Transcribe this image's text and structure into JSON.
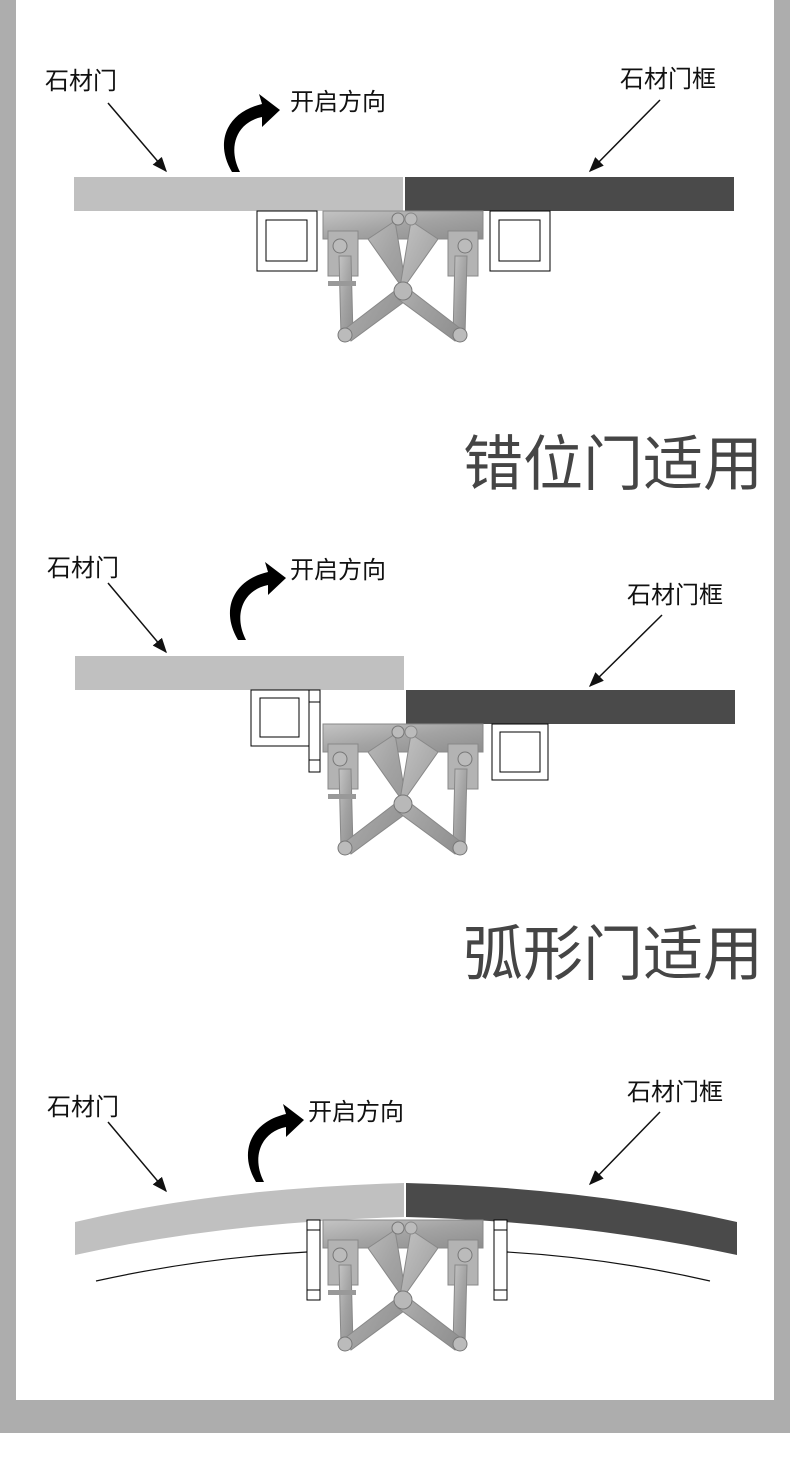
{
  "sections": [
    {
      "door_label": "石材门",
      "direction_label": "开启方向",
      "frame_label": "石材门框"
    },
    {
      "heading": "错位门适用",
      "door_label": "石材门",
      "direction_label": "开启方向",
      "frame_label": "石材门框"
    },
    {
      "heading": "弧形门适用",
      "door_label": "石材门",
      "direction_label": "开启方向",
      "frame_label": "石材门框"
    }
  ],
  "colors": {
    "door": "#c0c0c0",
    "frame": "#4a4a4a",
    "border": "#adadad",
    "hinge": "#a9a9a9"
  }
}
